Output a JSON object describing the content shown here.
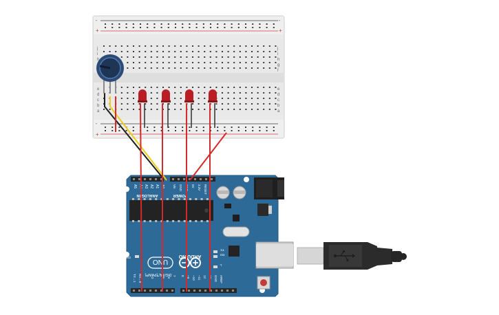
{
  "breadboard": {
    "rail_plus": "+",
    "rail_minus": "-",
    "row_letters_top": [
      "j",
      "i",
      "h",
      "g",
      "f"
    ],
    "row_letters_bottom": [
      "e",
      "d",
      "c",
      "b",
      "a"
    ]
  },
  "arduino": {
    "brand": "ARDUINO",
    "model": "UNO",
    "header_analog": "ANALOG IN",
    "header_power": "POWER",
    "analog_pins": [
      "A0",
      "A1",
      "A2",
      "A3",
      "A4",
      "A5"
    ],
    "power_pins": [
      "IOREF",
      "RESET",
      "3.3V",
      "5V",
      "GND",
      "GND",
      "Vin"
    ],
    "digital_label": "DIGITAL (PWM~)",
    "digital_pins": [
      "0",
      "1",
      "2",
      "~3",
      "4",
      "~5",
      "~6",
      "7",
      "8",
      "~9",
      "~10",
      "~11",
      "12",
      "13",
      "GND",
      "AREF"
    ],
    "led_on": "ON",
    "led_tx": "TX",
    "led_rx": "RX",
    "led_l": "L",
    "tx_label": "TX→1",
    "rx_label": "RX←0"
  },
  "colors": {
    "board_blue": "#2d6a98",
    "breadboard": "#e8e8e8",
    "wire_red": "#d42a2a",
    "wire_black": "#1e1e1e",
    "wire_yellow": "#f0cc1a",
    "led_red": "#b81e24"
  }
}
